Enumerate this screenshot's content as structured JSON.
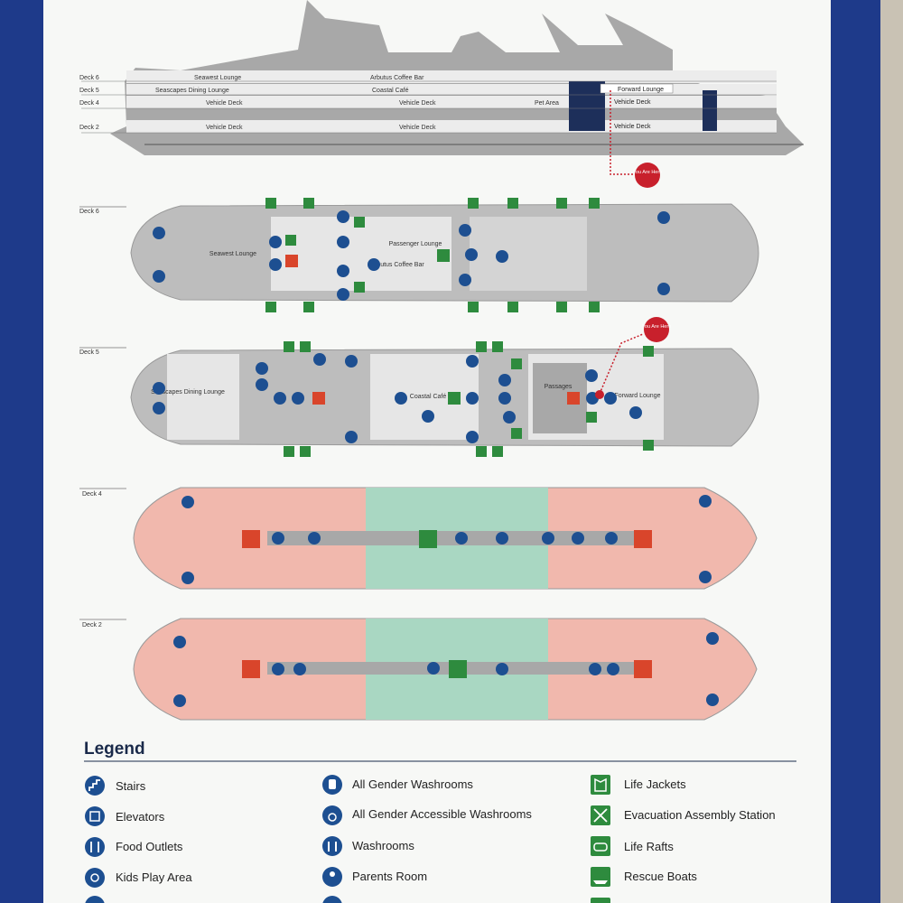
{
  "profile": {
    "deck_labels": [
      "Deck 6",
      "Deck 5",
      "Deck 4",
      "Deck 2"
    ],
    "deck6_labels": [
      "Seawest Lounge",
      "Arbutus Coffee Bar"
    ],
    "deck5_labels": [
      "Seascapes Dining Lounge",
      "Coastal Café",
      "Pet Area",
      "Forward Lounge"
    ],
    "deck4_labels": [
      "Vehicle Deck",
      "Vehicle Deck",
      "Vehicle Deck"
    ],
    "deck2_labels": [
      "Vehicle Deck",
      "Vehicle Deck",
      "Vehicle Deck"
    ],
    "you_are_here": "You Are Here"
  },
  "decks": {
    "deck6": {
      "label": "Deck 6",
      "rooms": [
        "Seawest Lounge",
        "Passenger Lounge",
        "Arbutus Coffee Bar"
      ]
    },
    "deck5": {
      "label": "Deck 5",
      "rooms": [
        "Seascapes Dining Lounge",
        "Coastal Café",
        "Passages",
        "Forward Lounge"
      ],
      "you_are_here": "You Are Here"
    },
    "deck4": {
      "label": "Deck 4"
    },
    "deck2": {
      "label": "Deck 2"
    }
  },
  "colors": {
    "frame_blue": "#1e3a8a",
    "icon_blue": "#1d4f91",
    "icon_green": "#2e8b3e",
    "icon_red": "#d9452b",
    "red_zone": "#f1b8ad",
    "green_zone": "#a9d7c2",
    "you_are_here": "#c8202c"
  },
  "legend": {
    "title": "Legend",
    "columns": [
      [
        {
          "label": "Stairs",
          "icon": "stairs-icon"
        },
        {
          "label": "Elevators",
          "icon": "elevator-icon"
        },
        {
          "label": "Food Outlets",
          "icon": "food-icon"
        },
        {
          "label": "Kids Play Area",
          "icon": "kids-icon"
        }
      ],
      [
        {
          "label": "All Gender Washrooms",
          "icon": "toilet-icon"
        },
        {
          "label": "All Gender Accessible Washrooms",
          "icon": "accessible-toilet-icon"
        },
        {
          "label": "Washrooms",
          "icon": "washroom-icon"
        },
        {
          "label": "Parents Room",
          "icon": "parents-icon"
        }
      ],
      [
        {
          "label": "Life Jackets",
          "icon": "life-jacket-icon"
        },
        {
          "label": "Evacuation Assembly Station",
          "icon": "assembly-icon"
        },
        {
          "label": "Life Rafts",
          "icon": "life-raft-icon"
        },
        {
          "label": "Rescue Boats",
          "icon": "rescue-boat-icon"
        }
      ]
    ]
  }
}
